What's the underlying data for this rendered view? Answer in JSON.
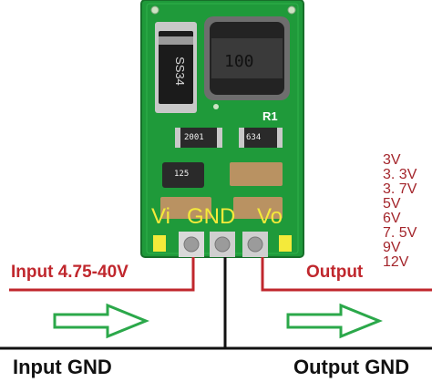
{
  "inductor_code": "100",
  "resistor_r1_label": "R1",
  "resistor_2001": "2001",
  "resistor_634": "634",
  "resistor_125": "125",
  "diode_marking": "SS34",
  "pin_labels": {
    "vi": "Vi",
    "gnd": "GND",
    "vo": "Vo"
  },
  "input_label": "Input 4.75-40V",
  "output_label": "Output",
  "input_gnd_label": "Input GND",
  "output_gnd_label": "Output GND",
  "output_voltages": [
    "3V",
    "3. 3V",
    "3. 7V",
    "5V",
    "6V",
    "7. 5V",
    "9V",
    "12V"
  ],
  "colors": {
    "pcb_green": "#1f9a3a",
    "wire_red": "#c0272d",
    "arrow_green": "#2ba84a",
    "silk_yellow": "#f4ea3a"
  }
}
